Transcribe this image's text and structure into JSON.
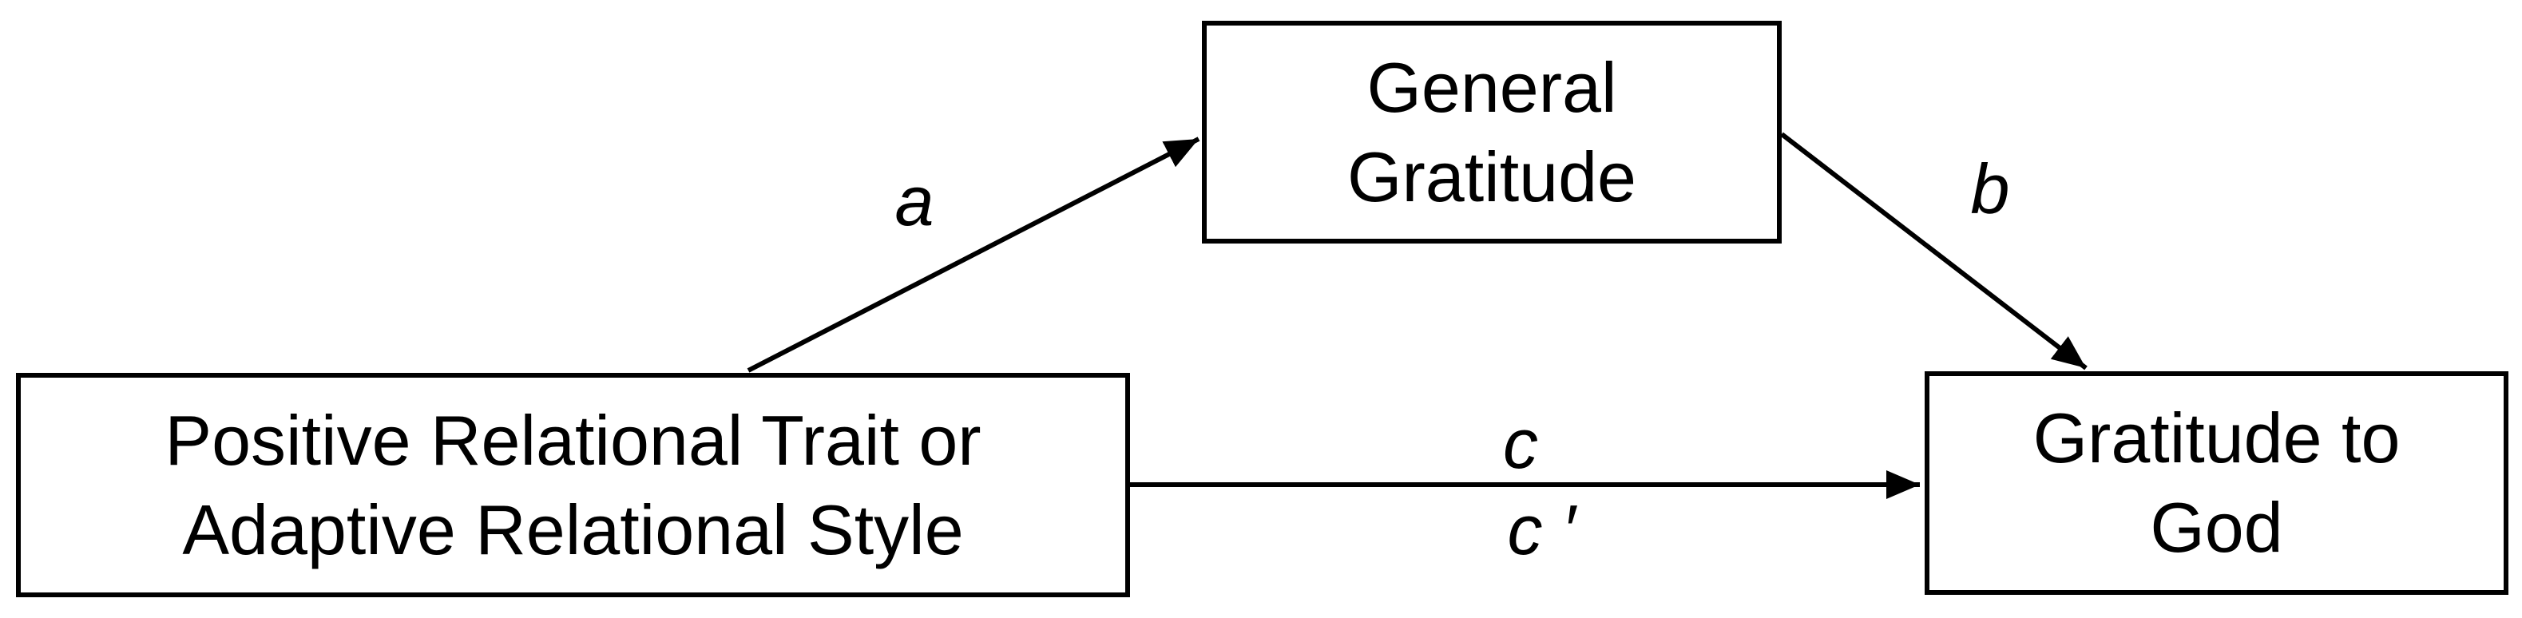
{
  "diagram": {
    "type": "mediation-path-model",
    "background_color": "#ffffff",
    "line_color": "#000000",
    "boxes": {
      "predictor": {
        "role": "independent-variable",
        "lines": [
          "Positive Relational Trait or",
          "Adaptive Relational Style"
        ]
      },
      "mediator": {
        "role": "mediator-variable",
        "lines": [
          "General",
          "Gratitude"
        ]
      },
      "outcome": {
        "role": "dependent-variable",
        "lines": [
          "Gratitude to",
          "God"
        ]
      }
    },
    "paths": {
      "a": {
        "label": "a",
        "from": "predictor",
        "to": "mediator"
      },
      "b": {
        "label": "b",
        "from": "mediator",
        "to": "outcome"
      },
      "c": {
        "label": "c",
        "from": "predictor",
        "to": "outcome"
      },
      "c_prime": {
        "label": "c ′",
        "from": "predictor",
        "to": "outcome"
      }
    }
  }
}
